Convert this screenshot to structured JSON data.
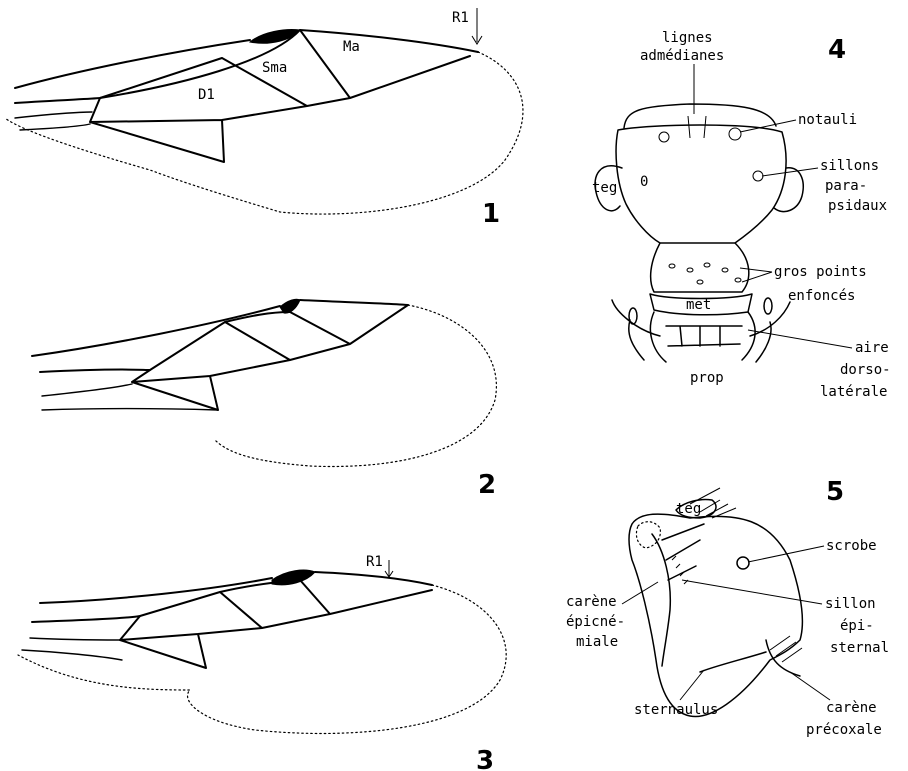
{
  "figures": {
    "fig1": {
      "number": "1",
      "labels": {
        "r1": "R1",
        "ma": "Ma",
        "sma": "Sma",
        "d1": "D1"
      }
    },
    "fig2": {
      "number": "2"
    },
    "fig3": {
      "number": "3",
      "labels": {
        "r1": "R1"
      }
    },
    "fig4": {
      "number": "4",
      "labels": {
        "lignes_1": "lignes",
        "lignes_2": "admédianes",
        "notauli": "notauli",
        "sillons_1": "sillons",
        "sillons_2": "para-",
        "sillons_3": "psidaux",
        "teg": "teg",
        "gros_1": "gros points",
        "gros_2": "enfoncés",
        "met": "met",
        "aire_1": "aire",
        "aire_2": "dorso-",
        "aire_3": "latérale",
        "prop": "prop"
      }
    },
    "fig5": {
      "number": "5",
      "labels": {
        "teg": "teg",
        "scrobe": "scrobe",
        "carene_epi_1": "carène",
        "carene_epi_2": "épicné-",
        "carene_epi_3": "miale",
        "sillon_1": "sillon",
        "sillon_2": "épi-",
        "sillon_3": "sternal",
        "sternaulus": "sternaulus",
        "carene_pre_1": "carène",
        "carene_pre_2": "précoxale"
      }
    }
  }
}
